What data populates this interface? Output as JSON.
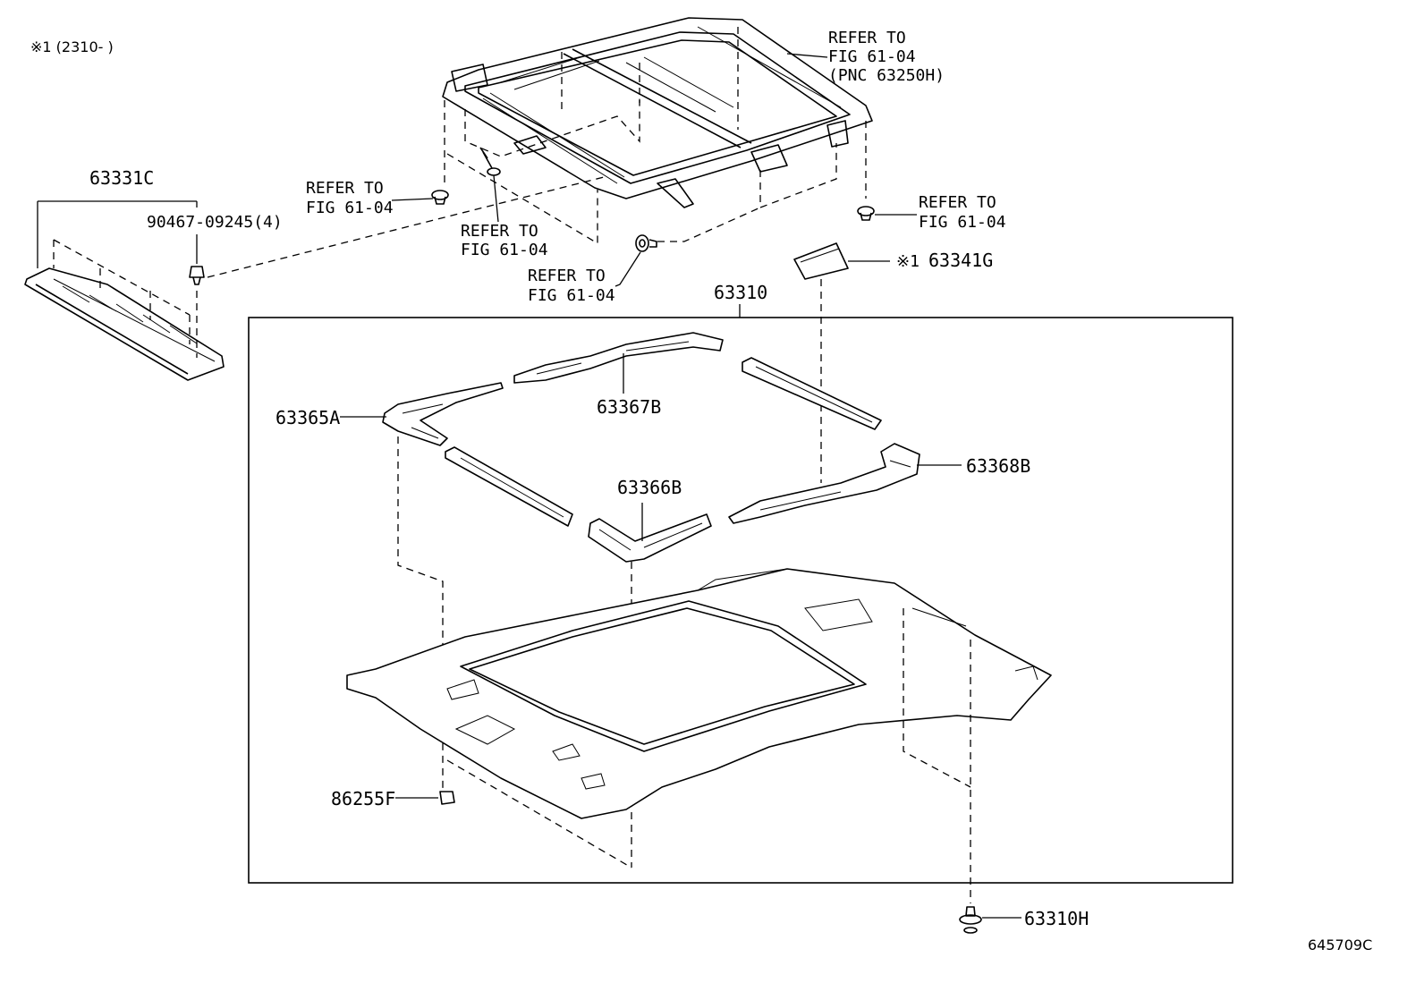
{
  "note_header": "※1 (2310-      )",
  "callouts": {
    "refer_sunroof_top": [
      "REFER TO",
      "FIG 61-04",
      "(PNC 63250H)"
    ],
    "refer_left_clip": [
      "REFER TO",
      "FIG 61-04"
    ],
    "refer_bolt_center": [
      "REFER TO",
      "FIG 61-04"
    ],
    "refer_right_clip": [
      "REFER TO",
      "FIG 61-04"
    ],
    "refer_nut_bottom": [
      "REFER TO",
      "FIG 61-04"
    ]
  },
  "parts": {
    "p63331C": "63331C",
    "p90467": "90467-09245(4)",
    "p63341G_mark": "※1",
    "p63341G": "63341G",
    "p63310": "63310",
    "p63367B": "63367B",
    "p63365A": "63365A",
    "p63368B": "63368B",
    "p63366B": "63366B",
    "p86255F": "86255F",
    "p63310H": "63310H"
  },
  "illustration_id": "645709C"
}
